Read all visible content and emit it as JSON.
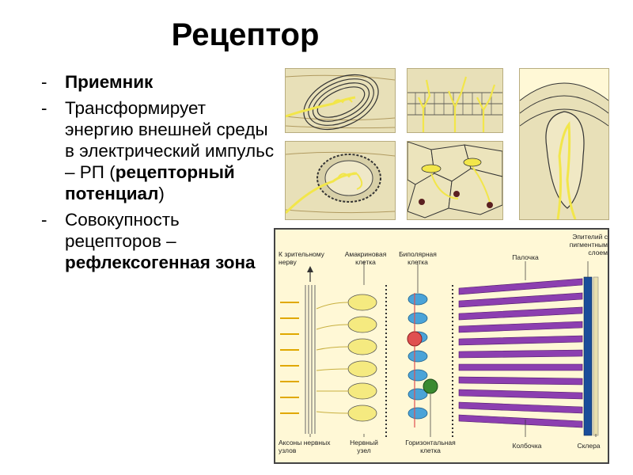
{
  "title": "Рецептор",
  "bullets": [
    {
      "dash": "-",
      "text": "Приемник"
    },
    {
      "dash": "-",
      "text_a": "Трансформирует энергию внешней среды в электрический импульс – РП (",
      "bold": "рецепторный потенциал",
      "text_b": ")"
    },
    {
      "dash": "-",
      "text_a": "Совокупность рецепторов – ",
      "bold": "рефлексогенная зона"
    }
  ],
  "diagram": {
    "labels": {
      "optic_nerve": "К зрительному нерву",
      "amacrine": "Амакриновая клетка",
      "bipolar": "Биполярная клетка",
      "rod": "Палочка",
      "pigment": "Эпителий с пигментным слоем",
      "axons": "Аксоны нервных узлов",
      "ganglion": "Нервный узел",
      "horizontal": "Горизонтальная клетка",
      "cone": "Колбочка",
      "sclera": "Склера"
    }
  },
  "colors": {
    "panel_bg": "#e8e0b8",
    "yellow_fiber": "#f2e64a",
    "bipolar_blue": "#4aa3d8",
    "rod_purple": "#8c3fb0",
    "amacrine_red": "#e05050",
    "horizontal_green": "#3a8a30"
  }
}
